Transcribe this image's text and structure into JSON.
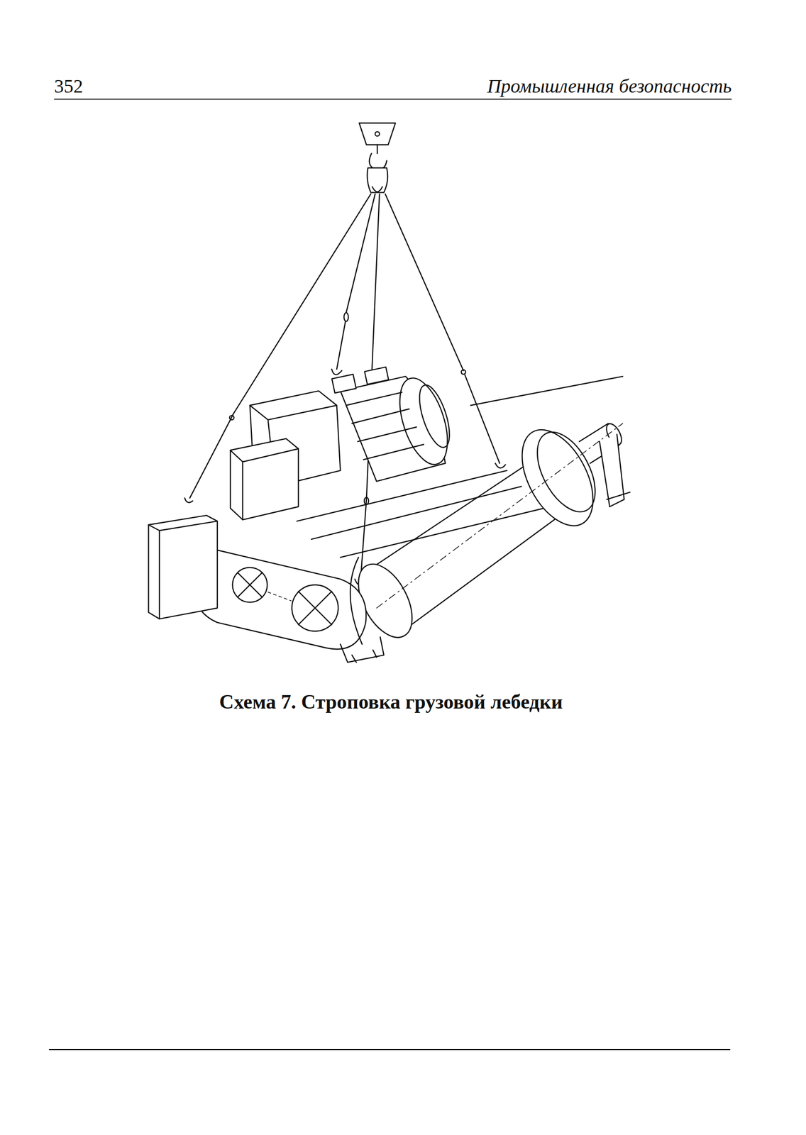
{
  "diagram": {
    "caption": "Схема 7. Строповка грузовой лебедки",
    "labels": [
      "352",
      "Промышленная безопасность"
    ]
  }
}
